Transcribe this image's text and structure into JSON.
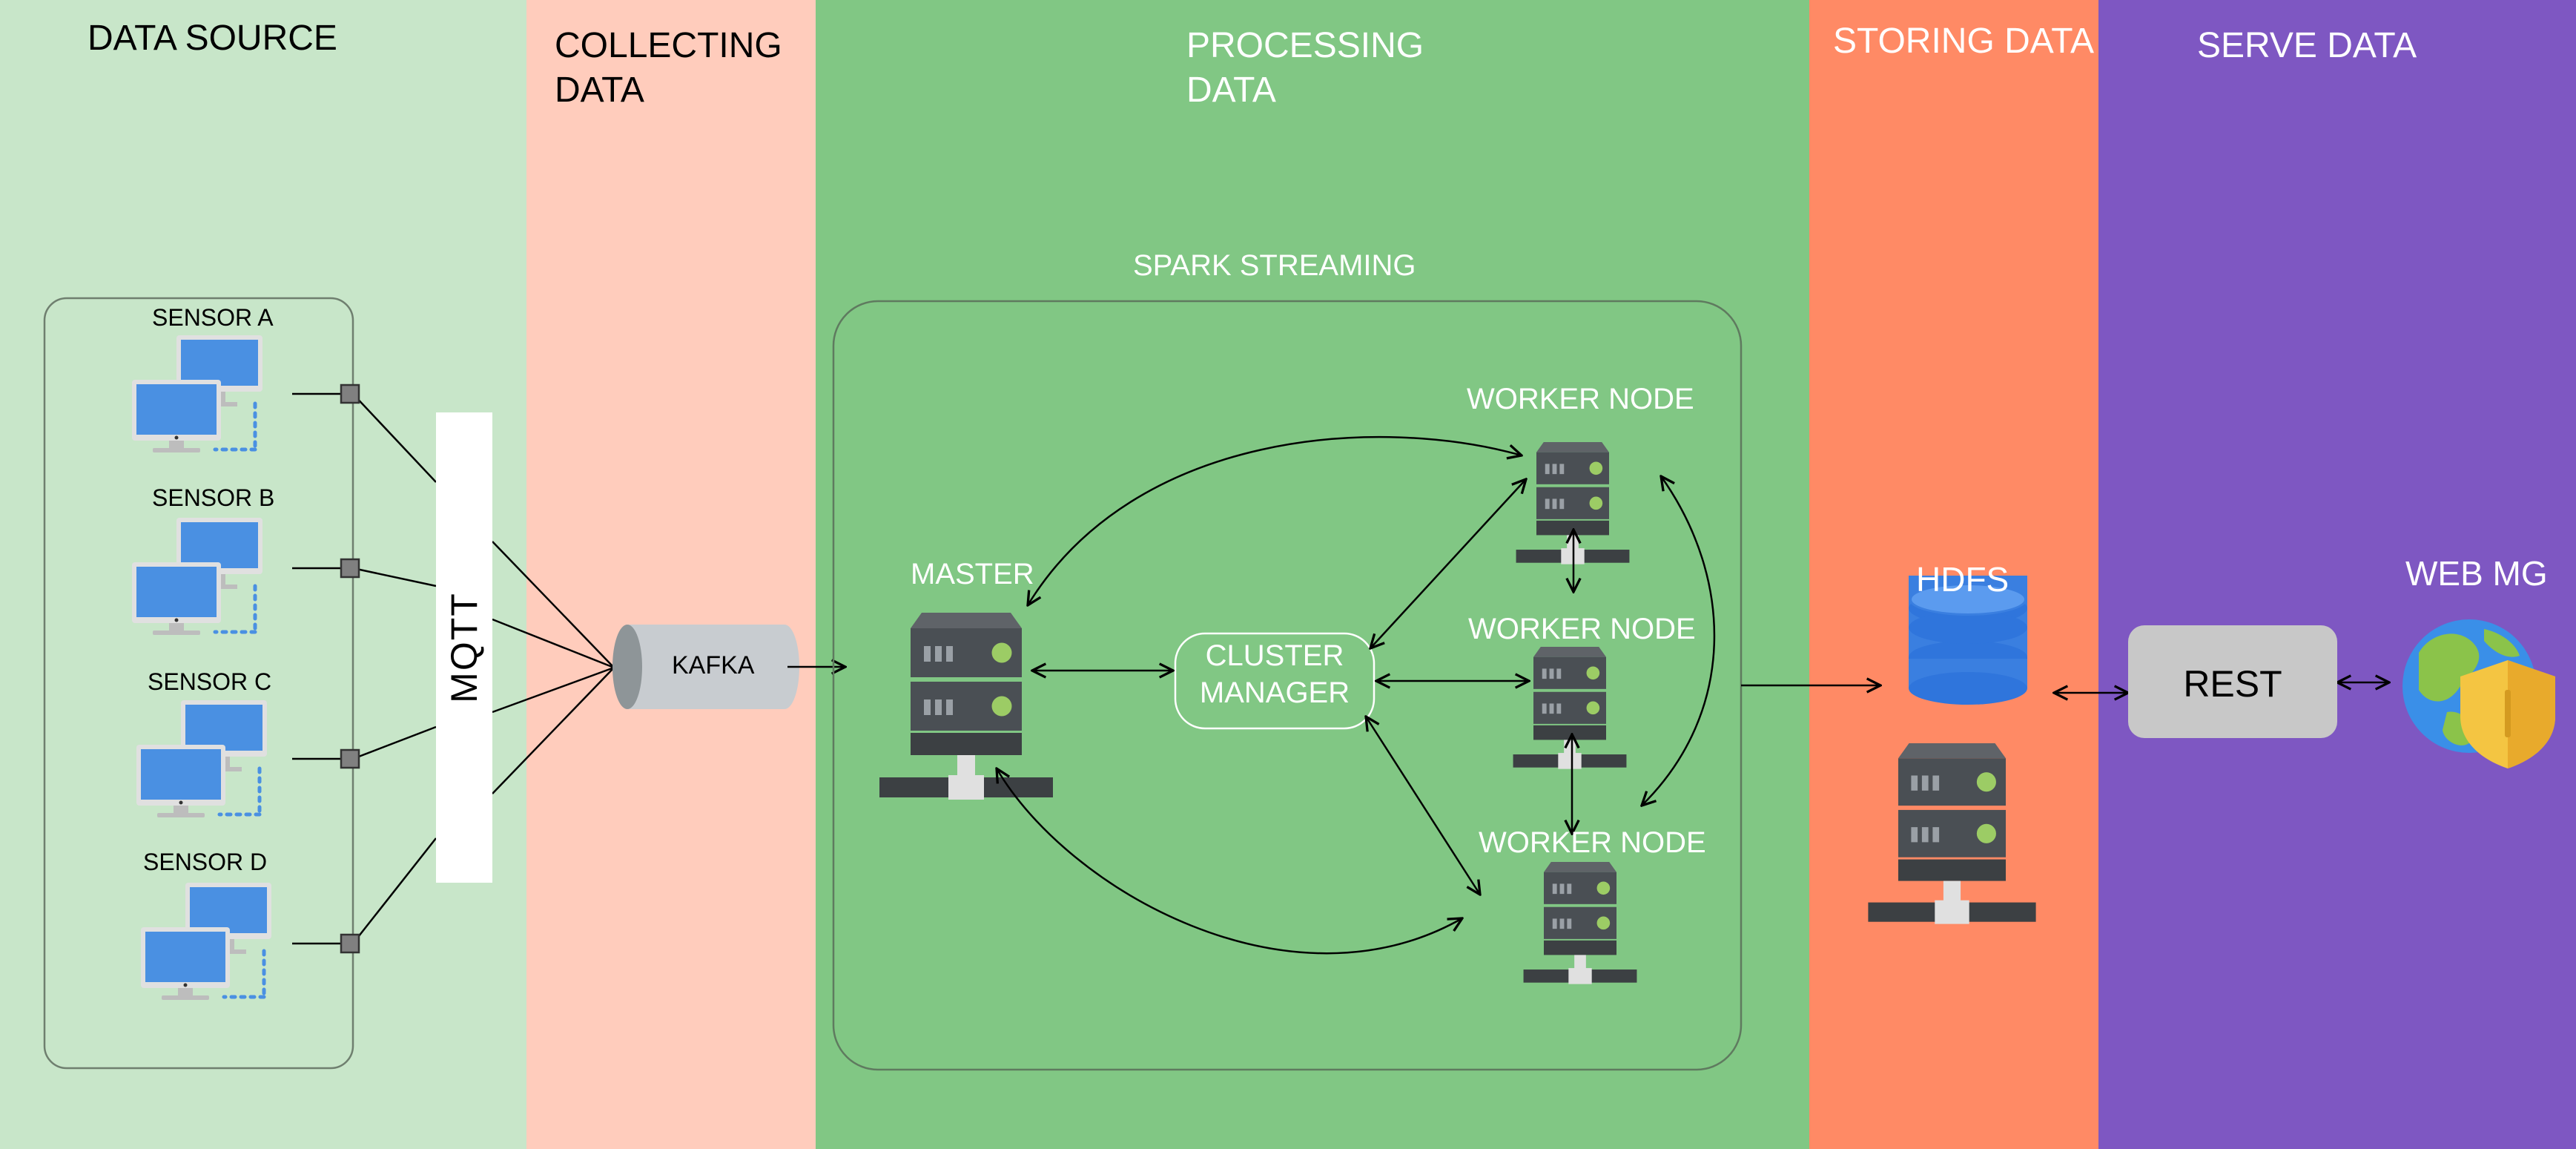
{
  "stages": {
    "data_source": "DATA SOURCE",
    "collecting_line1": "COLLECTING",
    "collecting_line2": "DATA",
    "processing_line1": "PROCESSING",
    "processing_line2": "DATA",
    "storing": "STORING DATA",
    "serve": "SERVE DATA"
  },
  "sensors": [
    "SENSOR A",
    "SENSOR B",
    "SENSOR C",
    "SENSOR D"
  ],
  "mqtt": "MQTT",
  "kafka": "KAFKA",
  "spark": {
    "title": "SPARK STREAMING",
    "master": "MASTER",
    "cluster_manager_line1": "CLUSTER",
    "cluster_manager_line2": "MANAGER",
    "workers": [
      "WORKER NODE",
      "WORKER NODE",
      "WORKER NODE"
    ]
  },
  "hdfs": "HDFS",
  "rest": "REST",
  "web": "WEB MG",
  "colors": {
    "data_source_bg": "#c8e6c9",
    "collecting_bg": "#ffccbc",
    "processing_bg": "#81c784",
    "storing_bg": "#ff8a65",
    "serve_bg": "#7e57c2"
  }
}
